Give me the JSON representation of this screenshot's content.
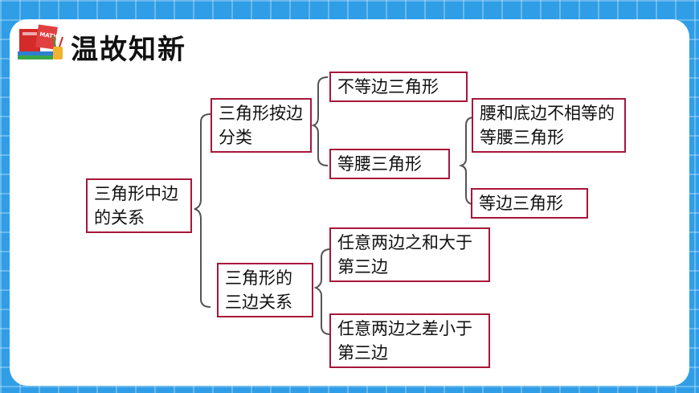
{
  "header": {
    "title": "温故知新",
    "logo_text": "MATH"
  },
  "diagram": {
    "root": "三角形中边的关系",
    "branches": [
      {
        "label": "三角形按边分类",
        "children": [
          {
            "label": "不等边三角形"
          },
          {
            "label": "等腰三角形",
            "children": [
              {
                "label": "腰和底边不相等的等腰三角形"
              },
              {
                "label": "等边三角形"
              }
            ]
          }
        ]
      },
      {
        "label": "三角形的三边关系",
        "children": [
          {
            "label": "任意两边之和大于第三边"
          },
          {
            "label": "任意两边之差小于第三边"
          }
        ]
      }
    ]
  },
  "colors": {
    "background": "#2f9ee6",
    "node_border": "#a8163b",
    "brace": "#555555"
  }
}
